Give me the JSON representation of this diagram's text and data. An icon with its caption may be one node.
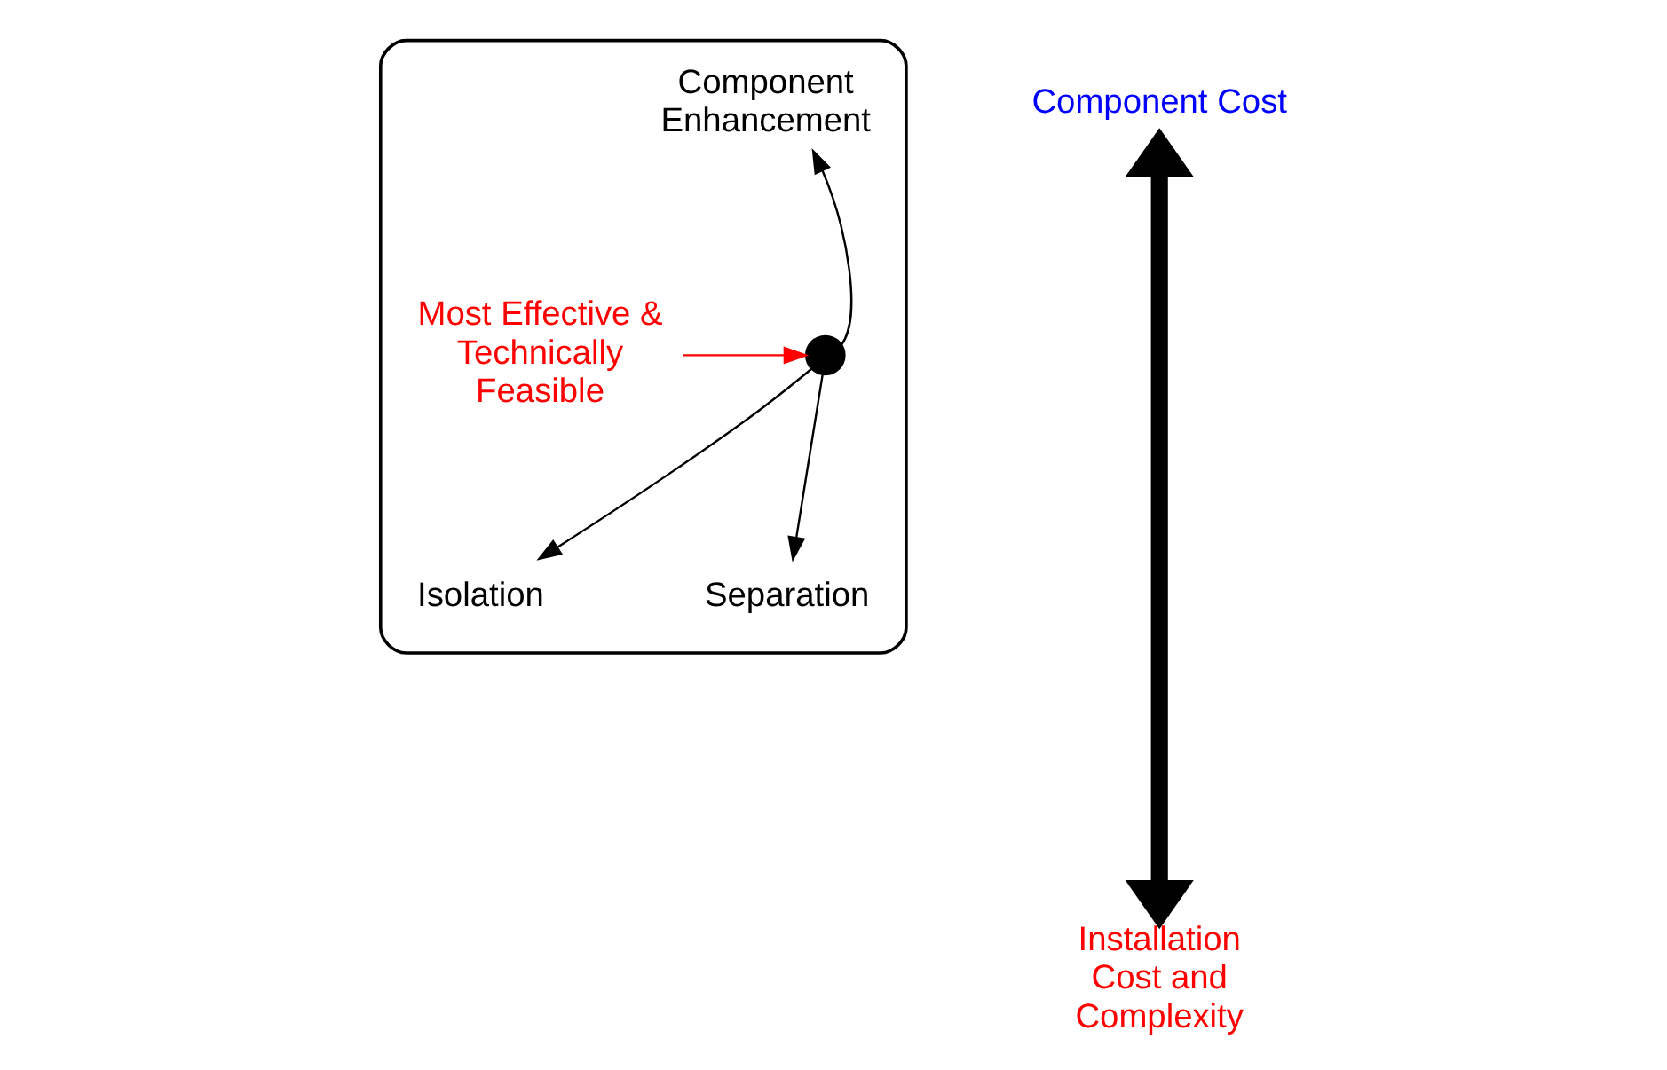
{
  "diagram": {
    "nodes": [
      {
        "text": [],
        "shape": "triangle"
      },
      {
        "text": [
          "Component Enhancement"
        ],
        "in": 0
      },
      {
        "text": [],
        "shape": "circle",
        "in": 0
      },
      {
        "text": [
          "Isolation"
        ],
        "in": 0
      },
      {
        "text": [
          "Separation"
        ],
        "in": 0
      },
      {
        "text": [
          "Most Effective & Technically Feasible"
        ],
        "in": 0
      },
      {
        "text": [
          "Component Cost"
        ]
      },
      {
        "text": [
          "Installation Cost and Complexity"
        ]
      }
    ],
    "edges": [
      {
        "from": 2,
        "to": 1,
        "arrow": "to"
      },
      {
        "from": 2,
        "to": 3,
        "arrow": "to"
      },
      {
        "from": 2,
        "to": 4,
        "arrow": "to"
      },
      {
        "from": 5,
        "to": 2,
        "arrow": "to",
        "color": "#ff0000"
      },
      {
        "from": 6,
        "to": 7,
        "arrow": "both",
        "style": "thick"
      }
    ]
  }
}
